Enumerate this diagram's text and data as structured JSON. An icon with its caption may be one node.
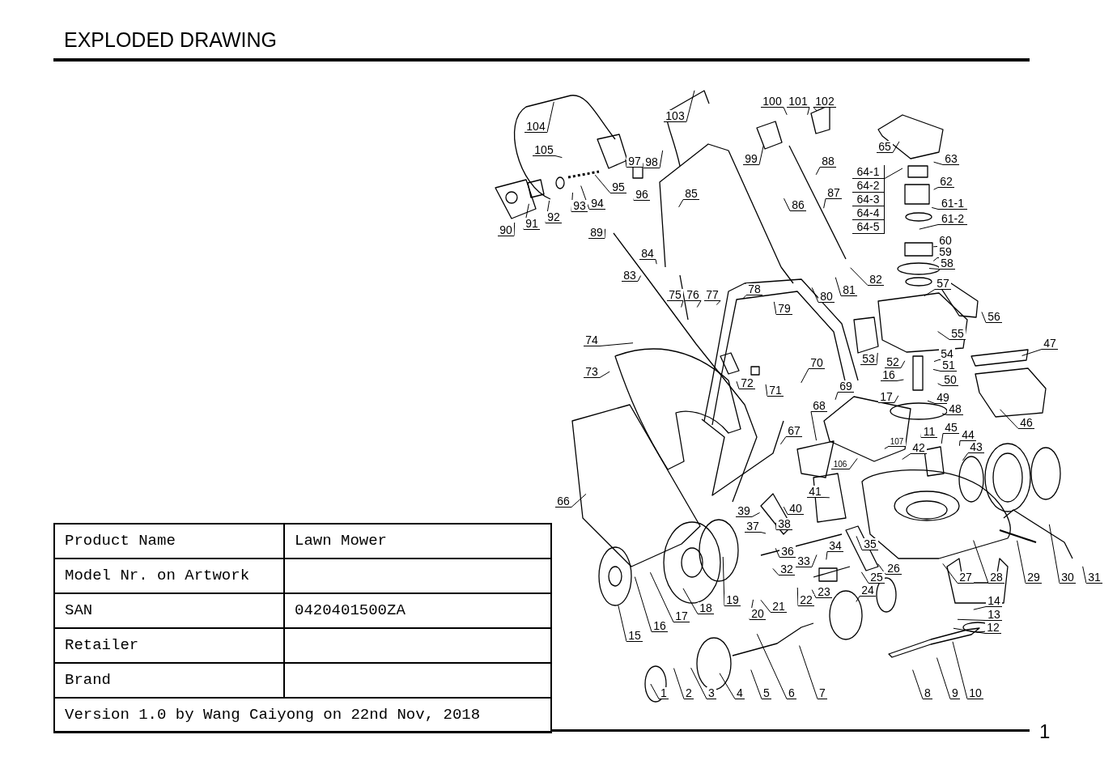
{
  "diagram": {
    "nodes": [
      {
        "text": [
          "104"
        ]
      },
      {
        "text": [
          "103"
        ]
      },
      {
        "text": [
          "100"
        ]
      },
      {
        "text": [
          "101"
        ]
      },
      {
        "text": [
          "102"
        ]
      },
      {
        "text": [
          "65"
        ]
      },
      {
        "text": [
          "105"
        ]
      },
      {
        "text": [
          "99"
        ]
      },
      {
        "text": [
          "97"
        ]
      },
      {
        "text": [
          "98"
        ]
      },
      {
        "text": [
          "88"
        ]
      },
      {
        "text": [
          "63"
        ]
      },
      {
        "text": [
          "64-1"
        ]
      },
      {
        "text": [
          "62"
        ]
      },
      {
        "text": [
          "95"
        ]
      },
      {
        "text": [
          "87"
        ]
      },
      {
        "text": [
          "85"
        ]
      },
      {
        "text": [
          "96"
        ]
      },
      {
        "text": [
          "94"
        ]
      },
      {
        "text": [
          "86"
        ]
      },
      {
        "text": [
          "93"
        ]
      },
      {
        "text": [
          "61-1"
        ]
      },
      {
        "text": [
          "92"
        ]
      },
      {
        "text": [
          "61-2"
        ]
      },
      {
        "text": [
          "91"
        ]
      },
      {
        "text": [
          "90"
        ]
      },
      {
        "text": [
          "89"
        ]
      },
      {
        "text": [
          "60"
        ]
      },
      {
        "text": [
          "59"
        ]
      },
      {
        "text": [
          "84"
        ]
      },
      {
        "text": [
          "58"
        ]
      },
      {
        "text": [
          "83"
        ]
      },
      {
        "text": [
          "82"
        ]
      },
      {
        "text": [
          "57"
        ]
      },
      {
        "text": [
          "78"
        ]
      },
      {
        "text": [
          "81"
        ]
      },
      {
        "text": [
          "75"
        ]
      },
      {
        "text": [
          "76"
        ]
      },
      {
        "text": [
          "77"
        ]
      },
      {
        "text": [
          "80"
        ]
      },
      {
        "text": [
          "79"
        ]
      },
      {
        "text": [
          "56"
        ]
      },
      {
        "text": [
          "55"
        ]
      },
      {
        "text": [
          "74"
        ]
      },
      {
        "text": [
          "47"
        ]
      },
      {
        "text": [
          "54"
        ]
      },
      {
        "text": [
          "53"
        ]
      },
      {
        "text": [
          "52"
        ]
      },
      {
        "text": [
          "70"
        ]
      },
      {
        "text": [
          "51"
        ]
      },
      {
        "text": [
          "73"
        ]
      },
      {
        "text": [
          "16"
        ]
      },
      {
        "text": [
          "50"
        ]
      },
      {
        "text": [
          "72"
        ]
      },
      {
        "text": [
          "69"
        ]
      },
      {
        "text": [
          "71"
        ]
      },
      {
        "text": [
          "17"
        ]
      },
      {
        "text": [
          "49"
        ]
      },
      {
        "text": [
          "68"
        ]
      },
      {
        "text": [
          "48"
        ]
      },
      {
        "text": [
          "46"
        ]
      },
      {
        "text": [
          "45"
        ]
      },
      {
        "text": [
          "11"
        ]
      },
      {
        "text": [
          "67"
        ]
      },
      {
        "text": [
          "44"
        ]
      },
      {
        "text": [
          "107"
        ]
      },
      {
        "text": [
          "42"
        ]
      },
      {
        "text": [
          "43"
        ]
      },
      {
        "text": [
          "106"
        ]
      },
      {
        "text": [
          "41"
        ]
      },
      {
        "text": [
          "66"
        ]
      },
      {
        "text": [
          "40"
        ]
      },
      {
        "text": [
          "39"
        ]
      },
      {
        "text": [
          "38"
        ]
      },
      {
        "text": [
          "37"
        ]
      },
      {
        "text": [
          "35"
        ]
      },
      {
        "text": [
          "34"
        ]
      },
      {
        "text": [
          "36"
        ]
      },
      {
        "text": [
          "33"
        ]
      },
      {
        "text": [
          "26"
        ]
      },
      {
        "text": [
          "32"
        ]
      },
      {
        "text": [
          "25"
        ]
      },
      {
        "text": [
          "27"
        ]
      },
      {
        "text": [
          "28"
        ]
      },
      {
        "text": [
          "29"
        ]
      },
      {
        "text": [
          "30"
        ]
      },
      {
        "text": [
          "31"
        ]
      },
      {
        "text": [
          "24"
        ]
      },
      {
        "text": [
          "23"
        ]
      },
      {
        "text": [
          "22"
        ]
      },
      {
        "text": [
          "19"
        ]
      },
      {
        "text": [
          "14"
        ]
      },
      {
        "text": [
          "21"
        ]
      },
      {
        "text": [
          "18"
        ]
      },
      {
        "text": [
          "20"
        ]
      },
      {
        "text": [
          "13"
        ]
      },
      {
        "text": [
          "17"
        ]
      },
      {
        "text": [
          "12"
        ]
      },
      {
        "text": [
          "16"
        ]
      },
      {
        "text": [
          "15"
        ]
      },
      {
        "text": [
          "1"
        ]
      },
      {
        "text": [
          "2"
        ]
      },
      {
        "text": [
          "3"
        ]
      },
      {
        "text": [
          "4"
        ]
      },
      {
        "text": [
          "5"
        ]
      },
      {
        "text": [
          "6"
        ]
      },
      {
        "text": [
          "7"
        ]
      },
      {
        "text": [
          "8"
        ]
      },
      {
        "text": [
          "9"
        ]
      },
      {
        "text": [
          "10"
        ]
      },
      {
        "text": [
          "64-2"
        ]
      },
      {
        "text": [
          "64-3"
        ]
      },
      {
        "text": [
          "64-4"
        ]
      },
      {
        "text": [
          "64-5"
        ]
      }
    ],
    "edges": [
      {
        "from": 0,
        "to": null,
        "arrow": "none"
      },
      {
        "from": 1,
        "to": null,
        "arrow": "none"
      },
      {
        "from": 2,
        "to": null,
        "arrow": "none"
      },
      {
        "from": 3,
        "to": null,
        "arrow": "none"
      },
      {
        "from": 4,
        "to": null,
        "arrow": "none"
      },
      {
        "from": 5,
        "to": null,
        "arrow": "none"
      },
      {
        "from": 6,
        "to": null,
        "arrow": "none"
      },
      {
        "from": 7,
        "to": null,
        "arrow": "none"
      },
      {
        "from": 8,
        "to": null,
        "arrow": "none"
      },
      {
        "from": 9,
        "to": null,
        "arrow": "none"
      },
      {
        "from": 10,
        "to": null,
        "arrow": "none"
      },
      {
        "from": 11,
        "to": null,
        "arrow": "none"
      },
      {
        "from": 12,
        "to": null,
        "arrow": "none"
      },
      {
        "from": 13,
        "to": null,
        "arrow": "none"
      },
      {
        "from": 14,
        "to": null,
        "arrow": "none"
      },
      {
        "from": 15,
        "to": null,
        "arrow": "none"
      },
      {
        "from": 16,
        "to": null,
        "arrow": "none"
      },
      {
        "from": 17,
        "to": null,
        "arrow": "none"
      },
      {
        "from": 18,
        "to": null,
        "arrow": "none"
      },
      {
        "from": 19,
        "to": null,
        "arrow": "none"
      },
      {
        "from": 20,
        "to": null,
        "arrow": "none"
      },
      {
        "from": 21,
        "to": null,
        "arrow": "none"
      },
      {
        "from": 22,
        "to": null,
        "arrow": "none"
      },
      {
        "from": 23,
        "to": null,
        "arrow": "none"
      },
      {
        "from": 24,
        "to": null,
        "arrow": "none"
      },
      {
        "from": 25,
        "to": null,
        "arrow": "none"
      },
      {
        "from": 26,
        "to": null,
        "arrow": "none"
      },
      {
        "from": 27,
        "to": null,
        "arrow": "none"
      },
      {
        "from": 28,
        "to": null,
        "arrow": "none"
      },
      {
        "from": 29,
        "to": null,
        "arrow": "none"
      },
      {
        "from": 30,
        "to": null,
        "arrow": "none"
      },
      {
        "from": 31,
        "to": null,
        "arrow": "none"
      },
      {
        "from": 32,
        "to": null,
        "arrow": "none"
      },
      {
        "from": 33,
        "to": null,
        "arrow": "none"
      },
      {
        "from": 34,
        "to": null,
        "arrow": "none"
      },
      {
        "from": 35,
        "to": null,
        "arrow": "none"
      },
      {
        "from": 36,
        "to": null,
        "arrow": "none"
      },
      {
        "from": 37,
        "to": null,
        "arrow": "none"
      },
      {
        "from": 38,
        "to": null,
        "arrow": "none"
      },
      {
        "from": 39,
        "to": null,
        "arrow": "none"
      },
      {
        "from": 40,
        "to": null,
        "arrow": "none"
      },
      {
        "from": 41,
        "to": null,
        "arrow": "none"
      },
      {
        "from": 42,
        "to": null,
        "arrow": "none"
      },
      {
        "from": 43,
        "to": null,
        "arrow": "none"
      },
      {
        "from": 44,
        "to": null,
        "arrow": "none"
      },
      {
        "from": 45,
        "to": null,
        "arrow": "none"
      },
      {
        "from": 46,
        "to": null,
        "arrow": "none"
      },
      {
        "from": 47,
        "to": null,
        "arrow": "none"
      },
      {
        "from": 48,
        "to": null,
        "arrow": "none"
      },
      {
        "from": 49,
        "to": null,
        "arrow": "none"
      },
      {
        "from": 50,
        "to": null,
        "arrow": "none"
      },
      {
        "from": 51,
        "to": null,
        "arrow": "none"
      },
      {
        "from": 52,
        "to": null,
        "arrow": "none"
      },
      {
        "from": 53,
        "to": null,
        "arrow": "none"
      },
      {
        "from": 54,
        "to": null,
        "arrow": "none"
      },
      {
        "from": 55,
        "to": null,
        "arrow": "none"
      },
      {
        "from": 56,
        "to": null,
        "arrow": "none"
      },
      {
        "from": 57,
        "to": null,
        "arrow": "none"
      },
      {
        "from": 58,
        "to": null,
        "arrow": "none"
      },
      {
        "from": 59,
        "to": null,
        "arrow": "none"
      },
      {
        "from": 60,
        "to": null,
        "arrow": "none"
      },
      {
        "from": 61,
        "to": null,
        "arrow": "none"
      },
      {
        "from": 62,
        "to": null,
        "arrow": "none"
      },
      {
        "from": 63,
        "to": null,
        "arrow": "none"
      },
      {
        "from": 64,
        "to": null,
        "arrow": "none"
      },
      {
        "from": 65,
        "to": null,
        "arrow": "none"
      },
      {
        "from": 66,
        "to": null,
        "arrow": "none"
      },
      {
        "from": 67,
        "to": null,
        "arrow": "none"
      },
      {
        "from": 68,
        "to": null,
        "arrow": "none"
      },
      {
        "from": 69,
        "to": null,
        "arrow": "none"
      },
      {
        "from": 70,
        "to": null,
        "arrow": "none"
      },
      {
        "from": 71,
        "to": null,
        "arrow": "none"
      },
      {
        "from": 72,
        "to": null,
        "arrow": "none"
      },
      {
        "from": 73,
        "to": null,
        "arrow": "none"
      },
      {
        "from": 74,
        "to": null,
        "arrow": "none"
      },
      {
        "from": 75,
        "to": null,
        "arrow": "none"
      },
      {
        "from": 76,
        "to": null,
        "arrow": "none"
      },
      {
        "from": 77,
        "to": null,
        "arrow": "none"
      },
      {
        "from": 78,
        "to": null,
        "arrow": "none"
      },
      {
        "from": 79,
        "to": null,
        "arrow": "none"
      },
      {
        "from": 80,
        "to": null,
        "arrow": "none"
      },
      {
        "from": 81,
        "to": null,
        "arrow": "none"
      },
      {
        "from": 82,
        "to": null,
        "arrow": "none"
      },
      {
        "from": 83,
        "to": null,
        "arrow": "none"
      },
      {
        "from": 84,
        "to": null,
        "arrow": "none"
      },
      {
        "from": 85,
        "to": null,
        "arrow": "none"
      },
      {
        "from": 86,
        "to": null,
        "arrow": "none"
      },
      {
        "from": 87,
        "to": null,
        "arrow": "none"
      },
      {
        "from": 88,
        "to": null,
        "arrow": "none"
      },
      {
        "from": 89,
        "to": null,
        "arrow": "none"
      },
      {
        "from": 90,
        "to": null,
        "arrow": "none"
      },
      {
        "from": 91,
        "to": null,
        "arrow": "none"
      },
      {
        "from": 92,
        "to": null,
        "arrow": "none"
      },
      {
        "from": 93,
        "to": null,
        "arrow": "none"
      },
      {
        "from": 94,
        "to": null,
        "arrow": "none"
      },
      {
        "from": 95,
        "to": null,
        "arrow": "none"
      },
      {
        "from": 96,
        "to": null,
        "arrow": "none"
      },
      {
        "from": 97,
        "to": null,
        "arrow": "none"
      },
      {
        "from": 98,
        "to": null,
        "arrow": "none"
      },
      {
        "from": 99,
        "to": null,
        "arrow": "none"
      },
      {
        "from": 100,
        "to": null,
        "arrow": "none"
      },
      {
        "from": 101,
        "to": null,
        "arrow": "none"
      },
      {
        "from": 102,
        "to": null,
        "arrow": "none"
      },
      {
        "from": 103,
        "to": null,
        "arrow": "none"
      },
      {
        "from": 104,
        "to": null,
        "arrow": "none"
      },
      {
        "from": 105,
        "to": null,
        "arrow": "none"
      },
      {
        "from": 106,
        "to": null,
        "arrow": "none"
      },
      {
        "from": 107,
        "to": null,
        "arrow": "none"
      },
      {
        "from": 108,
        "to": null,
        "arrow": "none"
      },
      {
        "from": 109,
        "to": null,
        "arrow": "none"
      }
    ],
    "labels": [
      "EXPLODED DRAWING",
      "Product Name",
      "Lawn Mower",
      "Model Nr. on Artwork",
      "SAN",
      "0420401500ZA",
      "Retailer",
      "Brand",
      "Version 1.0 by Wang Caiyong on 22nd Nov, 2018",
      "1"
    ]
  }
}
